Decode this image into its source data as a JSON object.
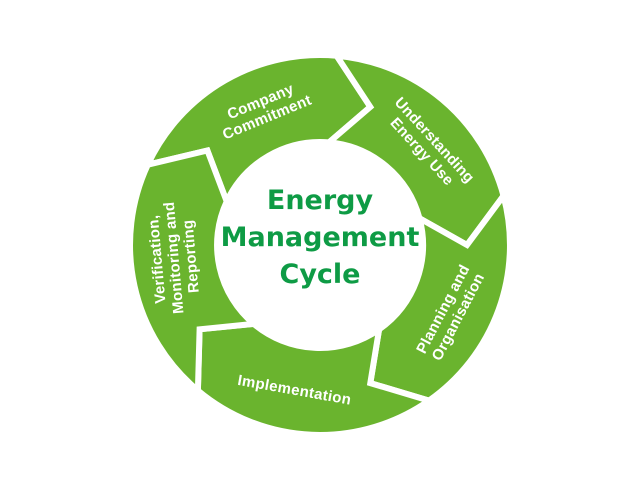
{
  "diagram": {
    "type": "cycle",
    "center_title": [
      "Energy",
      "Management",
      "Cycle"
    ],
    "steps": [
      {
        "lines": [
          "Company",
          "Commitment"
        ]
      },
      {
        "lines": [
          "Understanding",
          "Energy Use"
        ]
      },
      {
        "lines": [
          "Planning and",
          "Organisation"
        ]
      },
      {
        "lines": [
          "Implementation"
        ]
      },
      {
        "lines": [
          "Verification,",
          "Monitoring and",
          "Reporting"
        ]
      }
    ]
  },
  "colors": {
    "segment_fill": "#6ab42e",
    "center_text": "#0e9b45",
    "background": "#ffffff"
  }
}
